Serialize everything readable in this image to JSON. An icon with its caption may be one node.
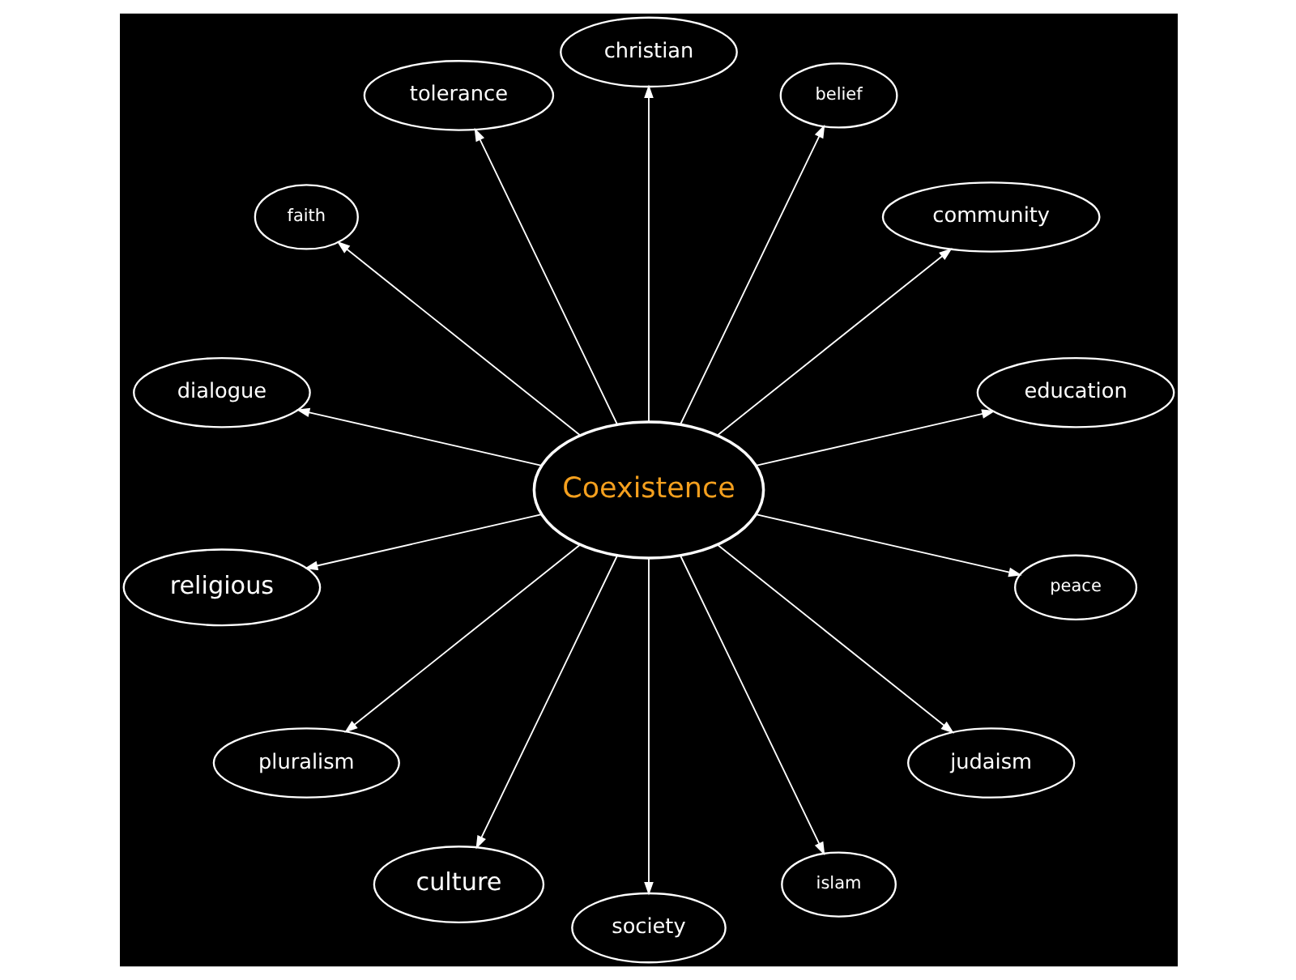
{
  "diagram": {
    "nodes": [
      {
        "text": [
          "Coexistence"
        ]
      },
      {
        "text": [
          "faith"
        ]
      },
      {
        "text": [
          "tolerance"
        ]
      },
      {
        "text": [
          "christian"
        ]
      },
      {
        "text": [
          "belief"
        ]
      },
      {
        "text": [
          "community"
        ]
      },
      {
        "text": [
          "education"
        ]
      },
      {
        "text": [
          "peace"
        ]
      },
      {
        "text": [
          "judaism"
        ]
      },
      {
        "text": [
          "islam"
        ]
      },
      {
        "text": [
          "society"
        ]
      },
      {
        "text": [
          "culture"
        ]
      },
      {
        "text": [
          "pluralism"
        ]
      },
      {
        "text": [
          "religious"
        ]
      },
      {
        "text": [
          "dialogue"
        ]
      }
    ],
    "edges": [
      {
        "from": 0,
        "to": 1,
        "arrow": "to"
      },
      {
        "from": 0,
        "to": 2,
        "arrow": "to"
      },
      {
        "from": 0,
        "to": 3,
        "arrow": "to"
      },
      {
        "from": 0,
        "to": 4,
        "arrow": "to"
      },
      {
        "from": 0,
        "to": 5,
        "arrow": "to"
      },
      {
        "from": 0,
        "to": 6,
        "arrow": "to"
      },
      {
        "from": 0,
        "to": 7,
        "arrow": "to"
      },
      {
        "from": 0,
        "to": 8,
        "arrow": "to"
      },
      {
        "from": 0,
        "to": 9,
        "arrow": "to"
      },
      {
        "from": 0,
        "to": 10,
        "arrow": "to"
      },
      {
        "from": 0,
        "to": 11,
        "arrow": "to"
      },
      {
        "from": 0,
        "to": 12,
        "arrow": "to"
      },
      {
        "from": 0,
        "to": 13,
        "arrow": "to"
      },
      {
        "from": 0,
        "to": 14,
        "arrow": "to"
      }
    ]
  }
}
